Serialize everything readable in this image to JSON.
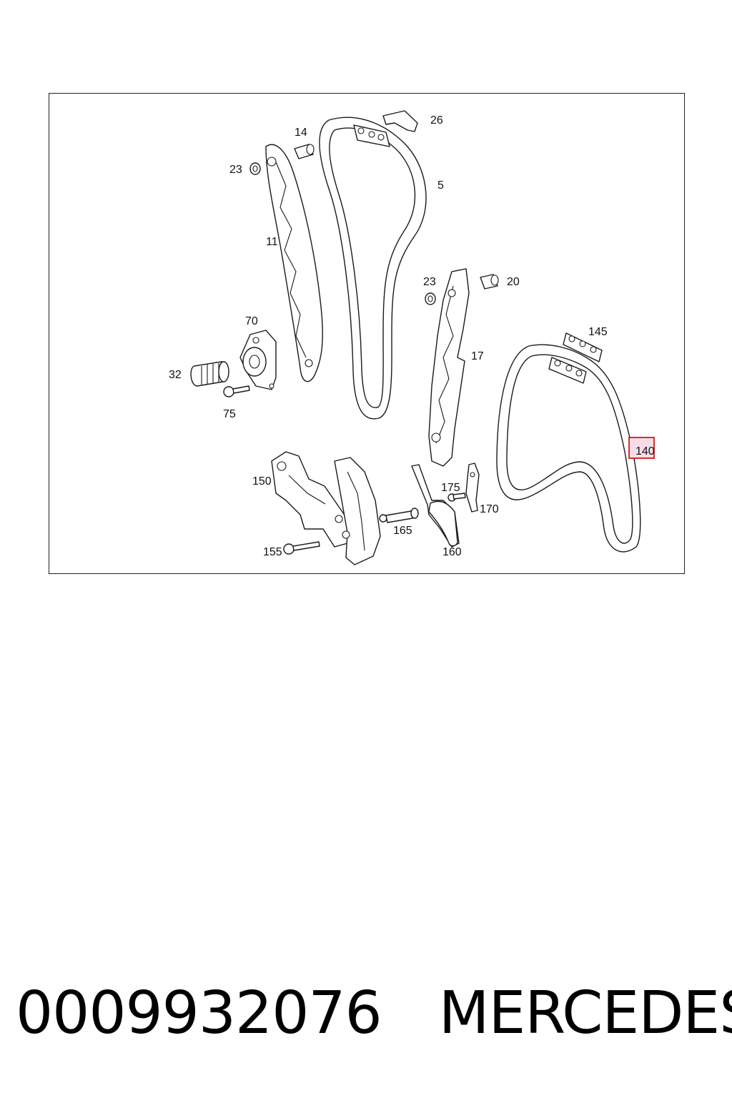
{
  "diagram": {
    "callouts": {
      "c26": "26",
      "c14": "14",
      "c23a": "23",
      "c5": "5",
      "c11": "11",
      "c23b": "23",
      "c20": "20",
      "c70": "70",
      "c145": "145",
      "c17": "17",
      "c32": "32",
      "c75": "75",
      "c140": "140",
      "c150": "150",
      "c175": "175",
      "c170": "170",
      "c165": "165",
      "c155": "155",
      "c160": "160"
    },
    "highlighted_callout": "140",
    "highlight_color": "#d11919"
  },
  "footer": {
    "part_number": "0009932076",
    "brand": "MERCEDES"
  }
}
